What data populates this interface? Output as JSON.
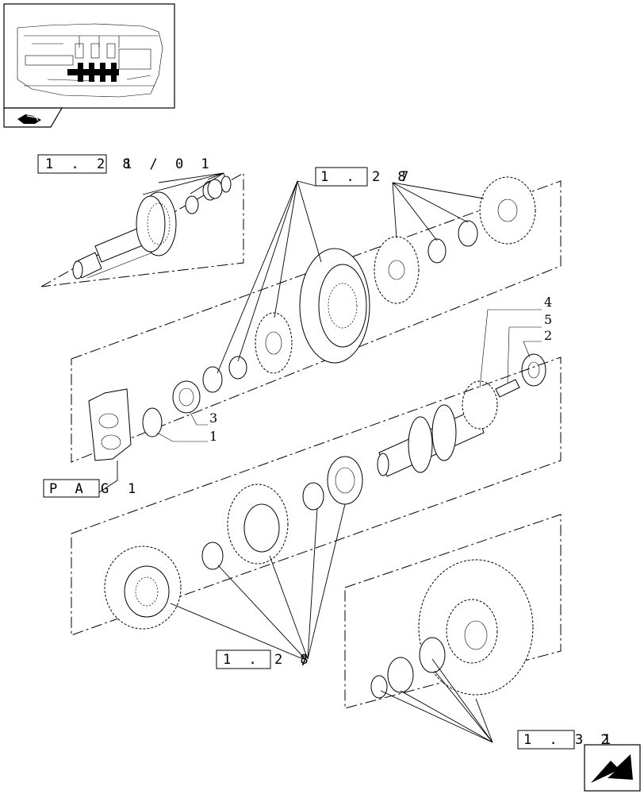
{
  "references": {
    "ref_1_28_a": {
      "box": "1 . 2 8",
      "suffix": "1 / 0 1"
    },
    "ref_1_28_b": {
      "box": "1 . 2 8",
      "suffix": "7"
    },
    "ref_1_28_c": {
      "box": "1 . 2 8",
      "suffix": "7"
    },
    "ref_1_32": {
      "box": "1 . 3 2",
      "suffix": "1"
    },
    "ref_pag": {
      "box": "P A G",
      "suffix": "1"
    }
  },
  "callouts": [
    "4",
    "5",
    "2",
    "3",
    "1"
  ],
  "icons": {
    "thumbnail": "transmission-overview-icon",
    "book": "book-icon",
    "next_page": "next-page-arrow-icon"
  },
  "colors": {
    "line": "#000000",
    "background": "#ffffff"
  }
}
